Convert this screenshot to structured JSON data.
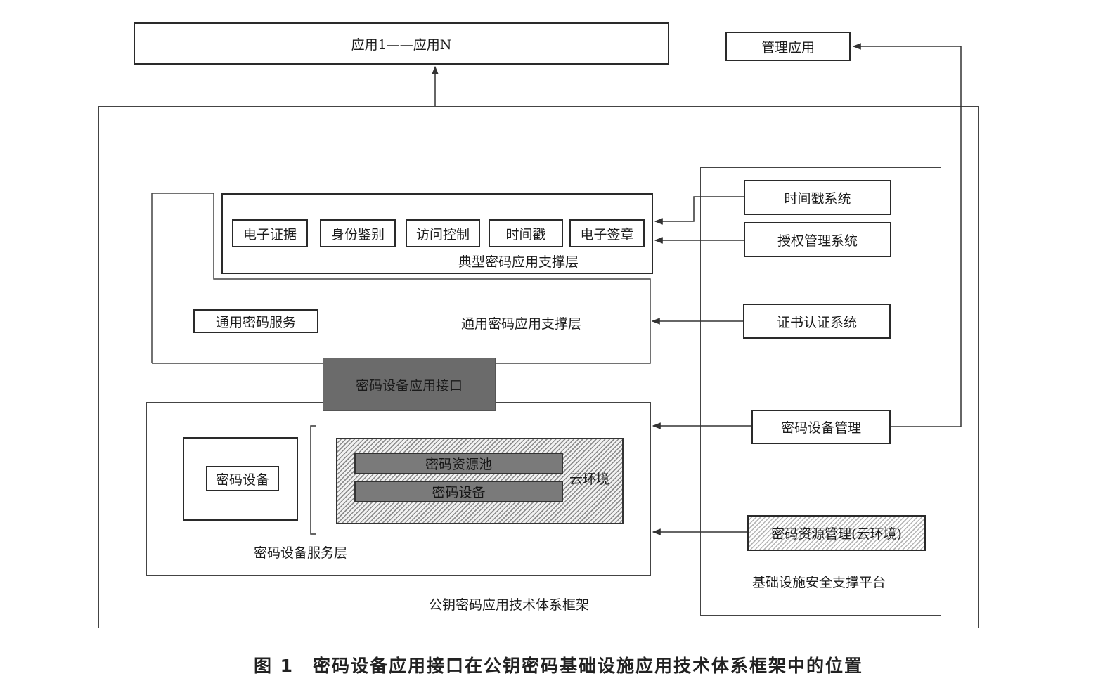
{
  "top": {
    "apps": "应用1——应用N",
    "mgmt_app": "管理应用"
  },
  "framework": {
    "title": "公钥密码应用技术体系框架",
    "typical_layer": {
      "label": "典型密码应用支撑层",
      "items": [
        "电子证据",
        "身份鉴别",
        "访问控制",
        "时间戳",
        "电子签章"
      ]
    },
    "general_layer": {
      "label": "通用密码应用支撑层",
      "service": "通用密码服务"
    },
    "interface": "密码设备应用接口",
    "device_layer": {
      "label": "密码设备服务层",
      "device": "密码设备",
      "cloud_label": "云环境",
      "resource_pool": "密码资源池",
      "cloud_device": "密码设备"
    }
  },
  "platform": {
    "title": "基础设施安全支撑平台",
    "items": [
      "时间戳系统",
      "授权管理系统",
      "证书认证系统",
      "密码设备管理",
      "密码资源管理(云环境)"
    ]
  },
  "caption": "图 1　密码设备应用接口在公钥密码基础设施应用技术体系框架中的位置"
}
